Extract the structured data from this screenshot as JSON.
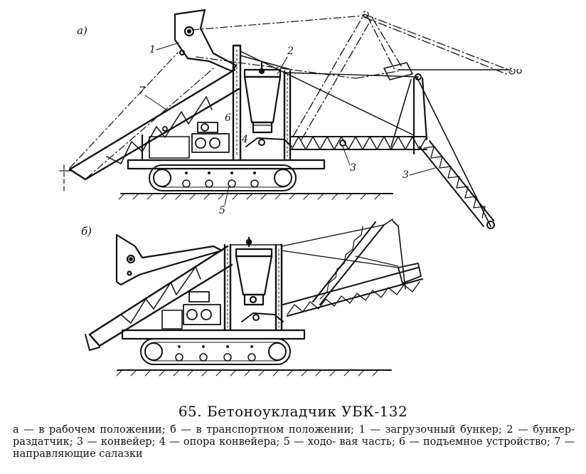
{
  "view_labels": {
    "a": "а)",
    "b": "б)"
  },
  "part_labels": {
    "p1": "1",
    "p2": "2",
    "p3_left": "3",
    "p3_right": "3",
    "p4": "4",
    "p5": "5",
    "p6": "6",
    "p7": "7"
  },
  "caption": {
    "title": "65. Бетоноукладчик УБК-132",
    "line1": "а — в рабочем положении; б — в транспортном положении; 1 — загрузочный",
    "line2": "бункер; 2 — бункер-раздатчик; 3 — конвейер; 4 — опора конвейера; 5 — ходо-",
    "line3": "вая часть; 6 — подъемное устройство; 7 — направляющие салазки"
  }
}
